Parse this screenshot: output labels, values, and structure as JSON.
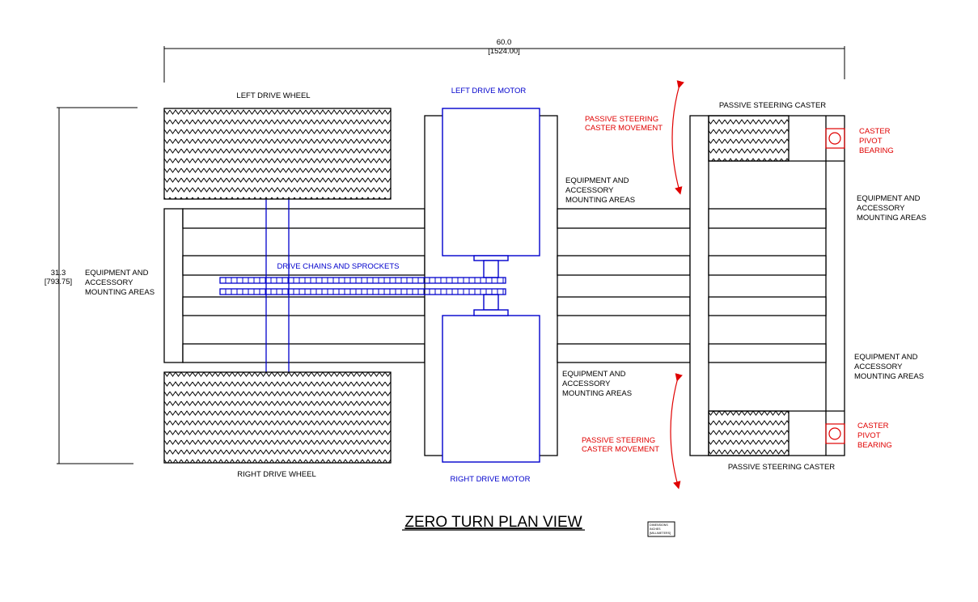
{
  "dimensions": {
    "width_in": "60.0",
    "width_mm": "[1524.00]",
    "height_in": "31.3",
    "height_mm": "[793.75]"
  },
  "labels": {
    "left_drive_wheel": "LEFT DRIVE WHEEL",
    "right_drive_wheel": "RIGHT DRIVE WHEEL",
    "left_drive_motor": "LEFT DRIVE MOTOR",
    "right_drive_motor": "RIGHT DRIVE MOTOR",
    "drive_chains": "DRIVE CHAINS AND SPROCKETS",
    "caster_top": "PASSIVE STEERING CASTER",
    "caster_bottom": "PASSIVE STEERING CASTER",
    "caster_movement": [
      "PASSIVE STEERING",
      "CASTER MOVEMENT"
    ],
    "pivot_bearing": [
      "CASTER",
      "PIVOT",
      "BEARING"
    ],
    "equipment_areas": [
      "EQUIPMENT AND",
      "ACCESSORY",
      "MOUNTING  AREAS"
    ]
  },
  "title": "ZERO TURN PLAN VIEW",
  "units_box": [
    "DIMENSIONS",
    "INCHES",
    "[MILLIMETERS]"
  ],
  "colors": {
    "annotation_blue": "#0000cc",
    "annotation_red": "#e00000",
    "line": "#000000"
  }
}
